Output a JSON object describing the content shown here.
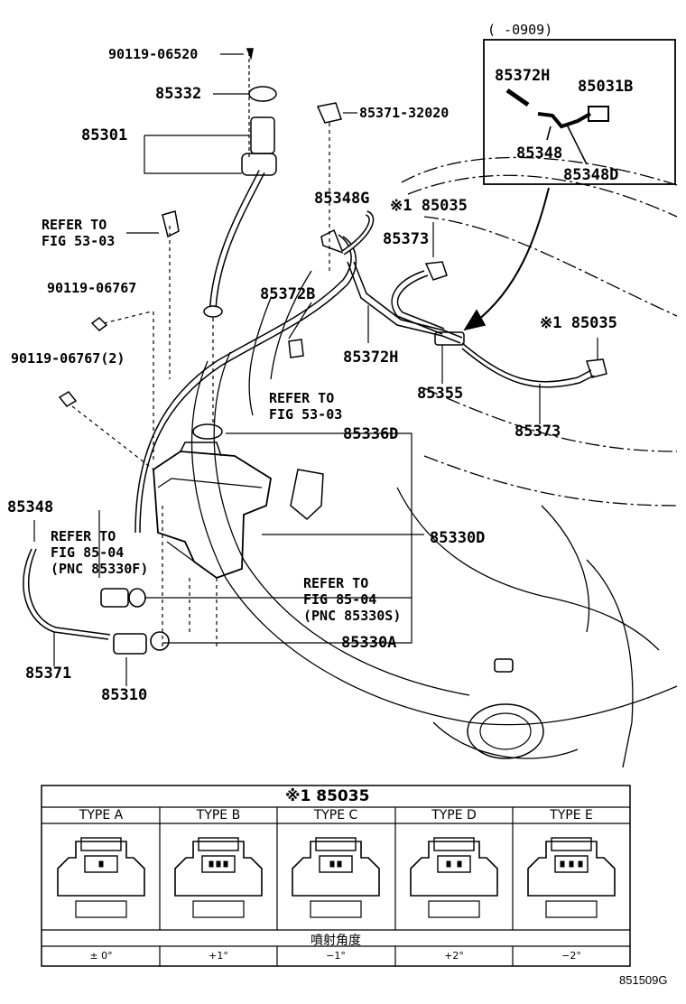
{
  "inset": {
    "date_range": "(      -0909)",
    "labels": [
      "85372H",
      "85031B",
      "85348",
      "85348D"
    ]
  },
  "parts": {
    "p90119_06520": "90119-06520",
    "p85332": "85332",
    "p85301": "85301",
    "p85371_32020": "85371-32020",
    "p85348G": "85348G",
    "p85035_top": "※1 85035",
    "p85373_top": "85373",
    "p85372B": "85372B",
    "p90119_06767": "90119-06767",
    "p90119_06767_2": "90119-06767(2)",
    "p85372H": "85372H",
    "p85355": "85355",
    "p85035_right": "※1 85035",
    "p85373_right": "85373",
    "p85336D": "85336D",
    "p85348": "85348",
    "p85330D": "85330D",
    "p85371": "85371",
    "p85310": "85310",
    "p85330A": "85330A"
  },
  "refs": {
    "ref_53_03_top": "REFER TO\nFIG 53-03",
    "ref_53_03_mid": "REFER TO\nFIG 53-03",
    "ref_85_04_F": "REFER TO\nFIG 85-04\n(PNC 85330F)",
    "ref_85_04_S": "REFER TO\nFIG 85-04\n(PNC 85330S)"
  },
  "table": {
    "title": "※1 85035",
    "types": [
      "TYPE A",
      "TYPE B",
      "TYPE C",
      "TYPE D",
      "TYPE E"
    ],
    "angle_header": "噴射角度",
    "angles": [
      "± 0°",
      "+1°",
      "−1°",
      "+2°",
      "−2°"
    ]
  },
  "diagram_code": "851509G"
}
